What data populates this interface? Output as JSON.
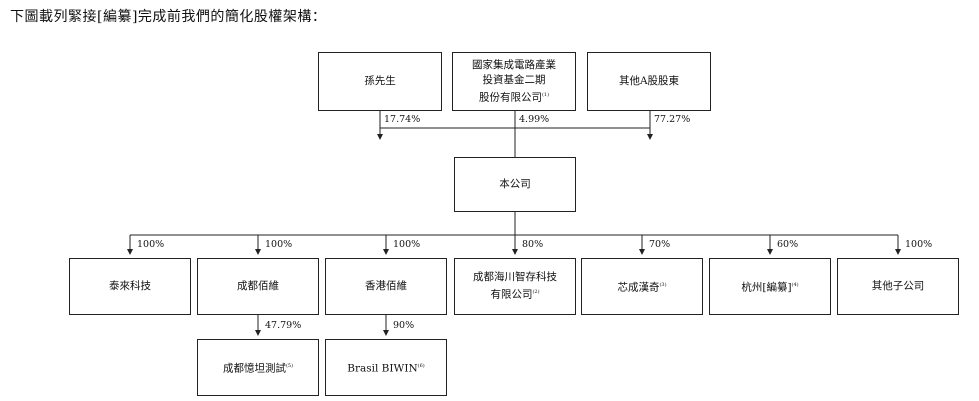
{
  "intro": "下圖載列緊接[編纂]完成前我們的簡化股權架構：",
  "shareholders": [
    {
      "lines": [
        "孫先生"
      ],
      "pct": "17.74%"
    },
    {
      "lines": [
        "國家集成電路產業",
        "投資基金二期",
        "股份有限公司"
      ],
      "note": "(1)",
      "pct": "4.99%"
    },
    {
      "lines": [
        "其他A股股東"
      ],
      "pct": "77.27%"
    }
  ],
  "company": "本公司",
  "subsidiaries": [
    {
      "lines": [
        "泰來科技"
      ],
      "pct": "100%"
    },
    {
      "lines": [
        "成都佰維"
      ],
      "pct": "100%"
    },
    {
      "lines": [
        "香港佰維"
      ],
      "pct": "100%"
    },
    {
      "lines": [
        "成都海川智存科技",
        "有限公司"
      ],
      "note": "(2)",
      "pct": "80%"
    },
    {
      "lines": [
        "芯成漢奇"
      ],
      "note": "(3)",
      "pct": "70%"
    },
    {
      "lines": [
        "杭州[編纂]"
      ],
      "note": "(4)",
      "pct": "60%"
    },
    {
      "lines": [
        "其他子公司"
      ],
      "pct": "100%"
    }
  ],
  "third_level": [
    {
      "lines": [
        "成都憶坦測試"
      ],
      "note": "(5)",
      "pct": "47.79%"
    },
    {
      "lines": [
        "Brasil BIWIN"
      ],
      "note": "(6)",
      "pct": "90%"
    }
  ]
}
